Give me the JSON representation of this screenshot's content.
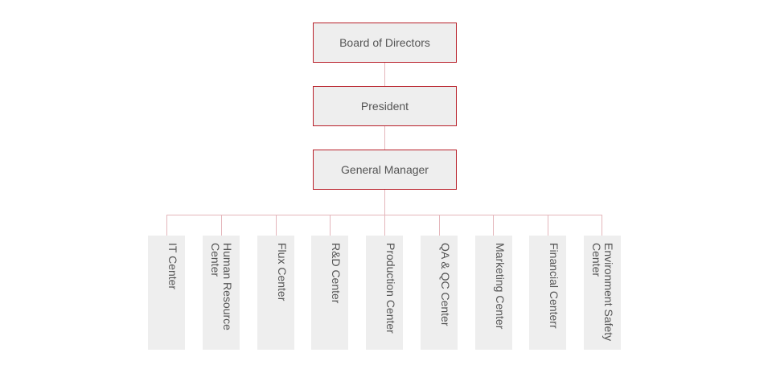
{
  "org_chart": {
    "executives": [
      "Board of Directors",
      "President",
      "General Manager"
    ],
    "departments": [
      "IT Center",
      "Human Resource Center",
      "Flux Center",
      "R&D Center",
      "Production Center",
      "QA & QC Center",
      "Marketing Center",
      "Financial Centerr",
      "Environment Safety Center"
    ],
    "colors": {
      "box_border": "#b8202a",
      "box_fill": "#eeeeee",
      "connector": "#e4b6bb",
      "text": "#555555"
    }
  }
}
